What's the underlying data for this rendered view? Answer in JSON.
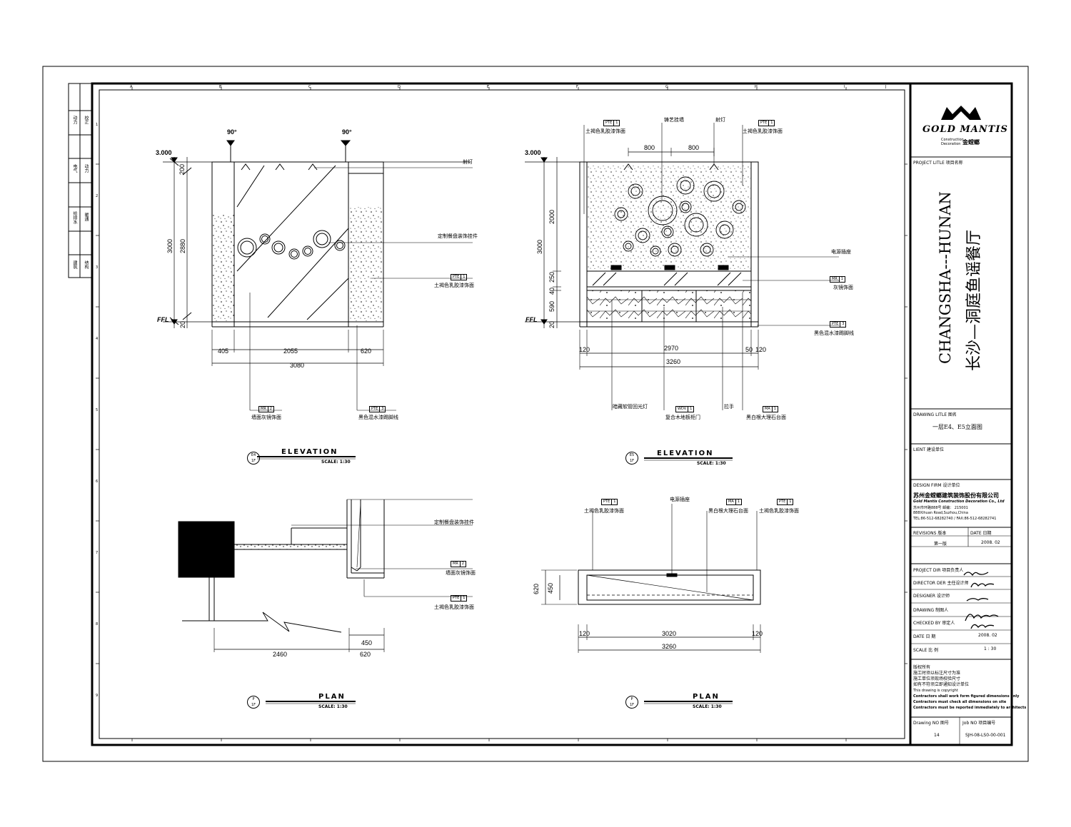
{
  "left_strip": {
    "cells": [
      "动力",
      "校正",
      "电气",
      "动力",
      "给排水",
      "暖通",
      "建筑",
      "结构"
    ]
  },
  "border_letters": [
    "A",
    "B",
    "C",
    "D",
    "E",
    "F",
    "G",
    "H",
    "I",
    "J"
  ],
  "border_numbers": [
    "1",
    "2",
    "3",
    "4",
    "5",
    "6",
    "7",
    "8",
    "9"
  ],
  "e4": {
    "angle_left": "90°",
    "angle_right": "90°",
    "level_top": "3.000",
    "level_ffl": "FFL",
    "dims_vert": [
      "200",
      "3000",
      "2880",
      "20"
    ],
    "dims_horiz": [
      "405",
      "2055",
      "620"
    ],
    "dim_total": "3080",
    "note_spot": "射灯",
    "note_plate": "定制餐盘装饰挂件",
    "note_paint": "土褐色乳胶漆饰面",
    "note_mirror": "墙面灰镜饰面",
    "note_baseboard": "黑色混水漆踢脚线",
    "tag_paint": [
      "PTE",
      "1"
    ],
    "tag_mirror": [
      "MR",
      "2"
    ],
    "tag_base": [
      "PTE",
      "3"
    ],
    "ref_top": "E4",
    "ref_bottom": "1F",
    "title": "ELEVATION",
    "scale": "SCALE: 1:30"
  },
  "e5": {
    "level_top": "3.000",
    "level_ffl": "FFL",
    "dims_vert": [
      "2000",
      "3000",
      "250",
      "40",
      "590",
      "20"
    ],
    "dims_top": [
      "800",
      "800"
    ],
    "dims_horiz": [
      "120",
      "2970",
      "50",
      "120"
    ],
    "dim_total": "3260",
    "note_art": "铸艺挂墙",
    "note_spot": "射灯",
    "note_paint_l": "土褐色乳胶漆饰面",
    "note_paint_r": "土褐色乳胶漆饰面",
    "note_socket": "电源插座",
    "note_mirror": "灰镜饰面",
    "note_base": "黑色混水漆踢脚线",
    "note_led": "暗藏软管回光灯",
    "note_door": "复合木地板柜门",
    "note_handle": "拉手",
    "note_marble": "黑白根大理石台面",
    "tag_paint_l": [
      "PTE",
      "1"
    ],
    "tag_paint_r": [
      "PTE",
      "1"
    ],
    "tag_mirror": [
      "MR",
      "1"
    ],
    "tag_base": [
      "PTE",
      "3"
    ],
    "tag_door": [
      "WDV",
      "1"
    ],
    "tag_marble": [
      "MA",
      "1"
    ],
    "ref_top": "E5",
    "ref_bottom": "1F",
    "title": "ELEVATION",
    "scale": "SCALE: 1:30"
  },
  "plan_left": {
    "note_plate": "定制餐盘装饰挂件",
    "note_mirror": "墙面灰镜饰面",
    "note_paint": "土褐色乳胶漆饰面",
    "tag_mirror": [
      "MR",
      "2"
    ],
    "tag_paint": [
      "PTE",
      "1"
    ],
    "dims": [
      "450",
      "2460",
      "620"
    ],
    "ref_top": "P",
    "ref_bottom": "1F",
    "title": "PLAN",
    "scale": "SCALE: 1:30"
  },
  "plan_right": {
    "note_paint_l": "土褐色乳胶漆饰面",
    "note_socket": "电源插座",
    "note_marble": "黑白根大理石台面",
    "note_paint_r": "土褐色乳胶漆饰面",
    "tag_paint_l": [
      "PTE",
      "1"
    ],
    "tag_marble": [
      "MA",
      "1"
    ],
    "tag_paint_r": [
      "PTE",
      "1"
    ],
    "dims_vert": [
      "620",
      "450"
    ],
    "dims_horiz": [
      "120",
      "3020",
      "120"
    ],
    "dim_total": "3260",
    "ref_top": "P",
    "ref_bottom": "1F",
    "title": "PLAN",
    "scale": "SCALE: 1:30"
  },
  "title_block": {
    "logo_text": "GOLD MANTIS",
    "logo_sub1": "Construction",
    "logo_sub2": "Decoration",
    "logo_cn": "金螳螂",
    "project_label": "PROJECT LITLE   项目名称",
    "project_en": "CHANGSHA---HUNAN",
    "project_cn": "长沙—洞庭鱼谣餐厅",
    "drawing_label": "DRAWING LITLE   图名",
    "drawing_title": "一层E4、E5立面图",
    "client_label": "LIENT   建设单位",
    "firm_label": "DESIGN FIRM   设计单位",
    "firm_cn": "苏州金螳螂建筑装饰股份有限公司",
    "firm_en": "Gold Mantis Construction Decoration Co., Ltd",
    "firm_addr_cn": "苏州市环路888号   邮编：  215001",
    "firm_addr_en": "888Xihuan Road,Suzhou,China",
    "firm_tel": "TEL:86-512-68282740 / FAX:86-512-68282741",
    "rev_label": "REVISIONS   版本",
    "date_label": "DATE   日期",
    "rev_value": "第一版",
    "rev_date": "2008. 02",
    "proj_dir": "PROJECT DIR   项目负责人",
    "director": "DIRECTOR DER  主任设计师",
    "designer": "DESIGNER      设计师",
    "drawing": "DRAWING       制图人",
    "checked": "CHECKED BY   审定人",
    "date_row_label": "DATE          日   期",
    "date_row_value": "2008. 02",
    "scale_label": "SCALE         比   例",
    "scale_value": "1 : 30",
    "notes": [
      "版权所有",
      "施工时须以标注尺寸为准",
      "施工单位须现场校验尺寸",
      "如有不符须立即通知设计单位",
      "This drawing is copyright",
      "Contractors shall work form figured dimensions only",
      "Contractors must check all dimensions on site",
      "Contractors must be reported immediately to architects"
    ],
    "drawing_no_label": "Drawing NO   图号",
    "job_no_label": "Job NO   项目编号",
    "drawing_no": "14",
    "job_no": "SJH-08-LS0-00-001"
  }
}
